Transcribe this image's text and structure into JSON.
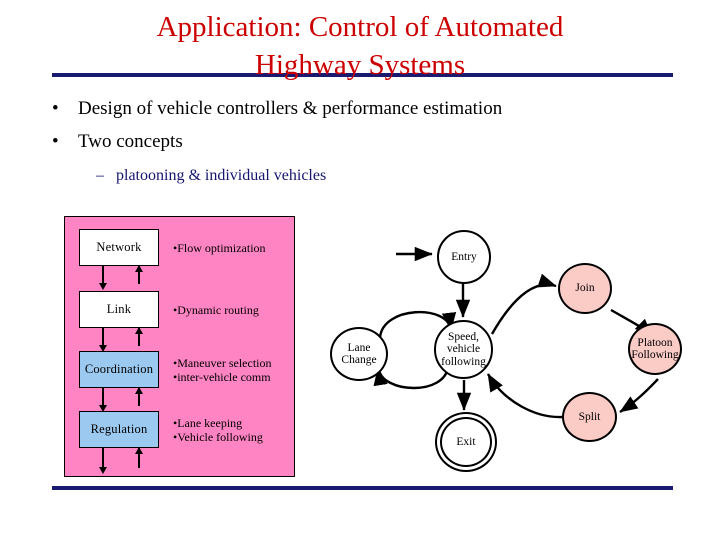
{
  "slide": {
    "title": "Application: Control of Automated\nHighway Systems",
    "title_color": "#CC0000",
    "rule_color": "#1A1A70"
  },
  "bullets": {
    "level1": [
      {
        "marker": "•",
        "text": "Design of vehicle controllers & performance estimation"
      },
      {
        "marker": "•",
        "text": "Two concepts"
      }
    ],
    "level2": [
      {
        "marker": "–",
        "text": "platooning & individual vehicles",
        "color": "#151570"
      }
    ]
  },
  "layer_diagram": {
    "panel_color": "#FF84C3",
    "layers": [
      {
        "name": "Network",
        "fill": "#FFFFFF",
        "notes": [
          "•Flow optimization"
        ]
      },
      {
        "name": "Link",
        "fill": "#FFFFFF",
        "notes": [
          "•Dynamic routing"
        ]
      },
      {
        "name": "Coordination",
        "fill": "#9CC9F0",
        "notes": [
          "•Maneuver selection",
          "•inter-vehicle comm"
        ]
      },
      {
        "name": "Regulation",
        "fill": "#9CC9F0",
        "notes": [
          "•Lane keeping",
          "•Vehicle following"
        ]
      }
    ]
  },
  "state_diagram": {
    "pink_fill": "#FBCBC6",
    "states": [
      {
        "id": "entry",
        "label": "Entry",
        "shape": "circle",
        "fill": "#FFFFFF"
      },
      {
        "id": "speed",
        "label": "Speed,\nvehicle\nfollowing",
        "shape": "circle",
        "fill": "#FFFFFF"
      },
      {
        "id": "lane",
        "label": "Lane\nChange",
        "shape": "circle",
        "fill": "#FFFFFF"
      },
      {
        "id": "exit",
        "label": "Exit",
        "shape": "double-circle",
        "fill": "#FFFFFF"
      },
      {
        "id": "join",
        "label": "Join",
        "shape": "circle",
        "fill": "#FBCBC6"
      },
      {
        "id": "platoon",
        "label": "Platoon\nFollowing",
        "shape": "circle",
        "fill": "#FBCBC6"
      },
      {
        "id": "split",
        "label": "Split",
        "shape": "circle",
        "fill": "#FBCBC6"
      }
    ],
    "transitions": [
      {
        "from": "start",
        "to": "entry"
      },
      {
        "from": "entry",
        "to": "speed"
      },
      {
        "from": "speed",
        "to": "lane"
      },
      {
        "from": "lane",
        "to": "speed"
      },
      {
        "from": "speed",
        "to": "exit"
      },
      {
        "from": "speed",
        "to": "join"
      },
      {
        "from": "join",
        "to": "platoon"
      },
      {
        "from": "platoon",
        "to": "split"
      },
      {
        "from": "split",
        "to": "speed"
      }
    ]
  }
}
